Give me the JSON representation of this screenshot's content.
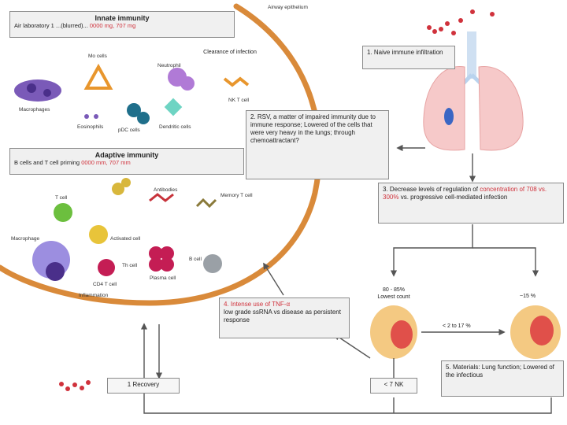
{
  "innate": {
    "title": "Innate immunity",
    "subtitle_prefix": "Air laboratory 1 ...(blurred)...",
    "subtitle_red": "0000 mg, 707 mg",
    "cells": [
      "Mo cells",
      "Neutrophil",
      "Macrophages",
      "Eosinophils",
      "pDC cells",
      "Dendritic cells",
      "NK T cell"
    ]
  },
  "adaptive": {
    "title": "Adaptive immunity",
    "subtitle_prefix": "B cells and T cell priming",
    "subtitle_red": "0000 mm, 707 mm",
    "cells": [
      "T cell",
      "Activated cell",
      "Antibodies",
      "Macrophage",
      "Th cell",
      "Plasma cell",
      "Memory T cell",
      "B cell",
      "CD4 T cell",
      "Inflammation"
    ]
  },
  "clearance_label": "Clearance of infection",
  "top_label": "Airway epithelium",
  "box1": "1. Naive immune infiltration",
  "box2": "2. RSV, a matter of impaired immunity due to immune response; Lowered of the cells that were very heavy in the lungs; through chemoattractant?",
  "box3_prefix": "3. Decrease levels of regulation of",
  "box3_red": "concentration of 708 vs. 300%",
  "box3_suffix": "vs. progressive cell-mediated infection",
  "box4_red": "4. Intense use of TNF-α",
  "box4_rest": "low grade ssRNA vs disease as persistent response",
  "box5": "5. Materials: Lung function; Lowered of the infectious",
  "mild_label": "80 - 85%\nLowest count",
  "severe_label": "~15 %",
  "arrow_label": "< 2 to 17 %",
  "recovery": "1 Recovery",
  "ratio": "< 7 NK"
}
